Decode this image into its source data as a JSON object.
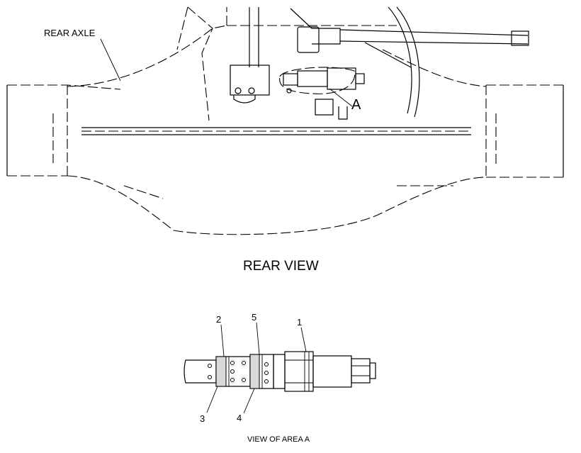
{
  "labels": {
    "rear_axle": "REAR AXLE",
    "area_marker": "A",
    "rear_view": "REAR VIEW",
    "view_of_area": "VIEW OF AREA  A"
  },
  "callouts": {
    "c1": "1",
    "c2": "2",
    "c3": "3",
    "c4": "4",
    "c5": "5"
  }
}
